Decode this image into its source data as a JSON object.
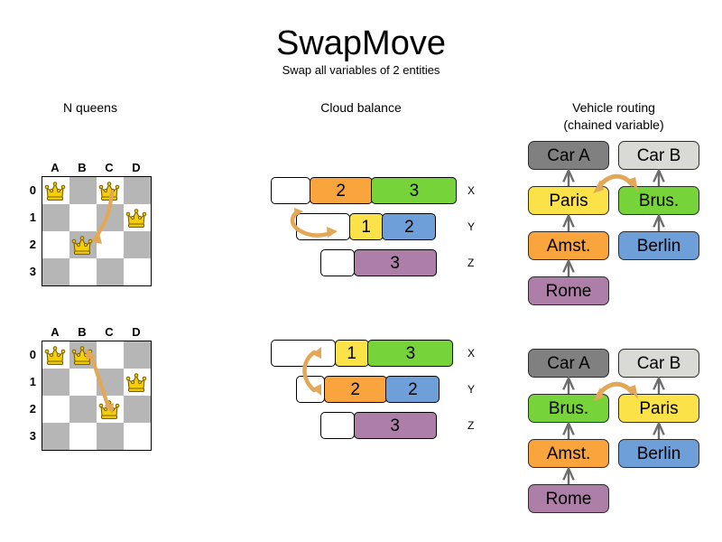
{
  "title": "SwapMove",
  "subtitle": "Swap all variables of 2 entities",
  "sections": {
    "nqueens": {
      "heading": "N queens"
    },
    "cloud": {
      "heading": "Cloud balance"
    },
    "vrp": {
      "heading_line1": "Vehicle routing",
      "heading_line2": "(chained variable)"
    }
  },
  "colors": {
    "orange": "#f9a43c",
    "green": "#76d43a",
    "yellow": "#fbe249",
    "blue": "#6f9fd8",
    "purple": "#ad7fa8",
    "car_a_gray": "#808080",
    "car_b_gray": "#d9d9d6",
    "arrow_tan": "#e3a857",
    "arrow_fill": "#eec08a",
    "board_dark": "#b6b6b6",
    "board_light": "#ffffff"
  },
  "nqueens": {
    "columns": [
      "A",
      "B",
      "C",
      "D"
    ],
    "rows": [
      "0",
      "1",
      "2",
      "3"
    ],
    "before": {
      "queens": [
        {
          "col": "A",
          "row": "0"
        },
        {
          "col": "C",
          "row": "0"
        },
        {
          "col": "D",
          "row": "1"
        },
        {
          "col": "B",
          "row": "2"
        }
      ],
      "move_arrow": {
        "from": "C0",
        "to": "B2"
      }
    },
    "after": {
      "queens": [
        {
          "col": "A",
          "row": "0"
        },
        {
          "col": "B",
          "row": "0"
        },
        {
          "col": "D",
          "row": "1"
        },
        {
          "col": "C",
          "row": "2"
        }
      ],
      "move_arrow": {
        "from": "B0",
        "to": "C2"
      }
    }
  },
  "cloud": {
    "before": {
      "rows": [
        {
          "label": "X",
          "indent": 0,
          "segments": [
            {
              "value": "",
              "color": "#ffffff",
              "width": 44
            },
            {
              "value": "2",
              "color": "#f9a43c",
              "width": 70
            },
            {
              "value": "3",
              "color": "#76d43a",
              "width": 95
            }
          ]
        },
        {
          "label": "Y",
          "indent": 28,
          "segments": [
            {
              "value": "",
              "color": "#ffffff",
              "width": 60
            },
            {
              "value": "1",
              "color": "#fbe249",
              "width": 38
            },
            {
              "value": "2",
              "color": "#6f9fd8",
              "width": 60
            }
          ]
        },
        {
          "label": "Z",
          "indent": 55,
          "segments": [
            {
              "value": "",
              "color": "#ffffff",
              "width": 38
            },
            {
              "value": "3",
              "color": "#ad7fa8",
              "width": 92
            }
          ]
        }
      ],
      "swap_arrow": "Y-first-slot to X-first-slot"
    },
    "after": {
      "rows": [
        {
          "label": "X",
          "indent": 0,
          "segments": [
            {
              "value": "",
              "color": "#ffffff",
              "width": 72
            },
            {
              "value": "1",
              "color": "#fbe249",
              "width": 38
            },
            {
              "value": "3",
              "color": "#76d43a",
              "width": 95
            }
          ]
        },
        {
          "label": "Y",
          "indent": 28,
          "segments": [
            {
              "value": "",
              "color": "#ffffff",
              "width": 32
            },
            {
              "value": "2",
              "color": "#f9a43c",
              "width": 70
            },
            {
              "value": "2",
              "color": "#6f9fd8",
              "width": 60
            }
          ]
        },
        {
          "label": "Z",
          "indent": 55,
          "segments": [
            {
              "value": "",
              "color": "#ffffff",
              "width": 38
            },
            {
              "value": "3",
              "color": "#ad7fa8",
              "width": 92
            }
          ]
        }
      ],
      "swap_arrow": "X-slot to Y-slot"
    }
  },
  "vrp": {
    "before": {
      "chain_a": [
        {
          "label": "Car A",
          "color": "#808080"
        },
        {
          "label": "Paris",
          "color": "#fbe249"
        },
        {
          "label": "Amst.",
          "color": "#f9a43c"
        },
        {
          "label": "Rome",
          "color": "#ad7fa8"
        }
      ],
      "chain_b": [
        {
          "label": "Car B",
          "color": "#d9d9d6"
        },
        {
          "label": "Brus.",
          "color": "#76d43a"
        },
        {
          "label": "Berlin",
          "color": "#6f9fd8"
        }
      ],
      "swap_arrow": "Paris <-> Brus."
    },
    "after": {
      "chain_a": [
        {
          "label": "Car A",
          "color": "#808080"
        },
        {
          "label": "Brus.",
          "color": "#76d43a"
        },
        {
          "label": "Amst.",
          "color": "#f9a43c"
        },
        {
          "label": "Rome",
          "color": "#ad7fa8"
        }
      ],
      "chain_b": [
        {
          "label": "Car B",
          "color": "#d9d9d6"
        },
        {
          "label": "Paris",
          "color": "#fbe249"
        },
        {
          "label": "Berlin",
          "color": "#6f9fd8"
        }
      ],
      "swap_arrow": "Brus. <-> Paris"
    }
  }
}
